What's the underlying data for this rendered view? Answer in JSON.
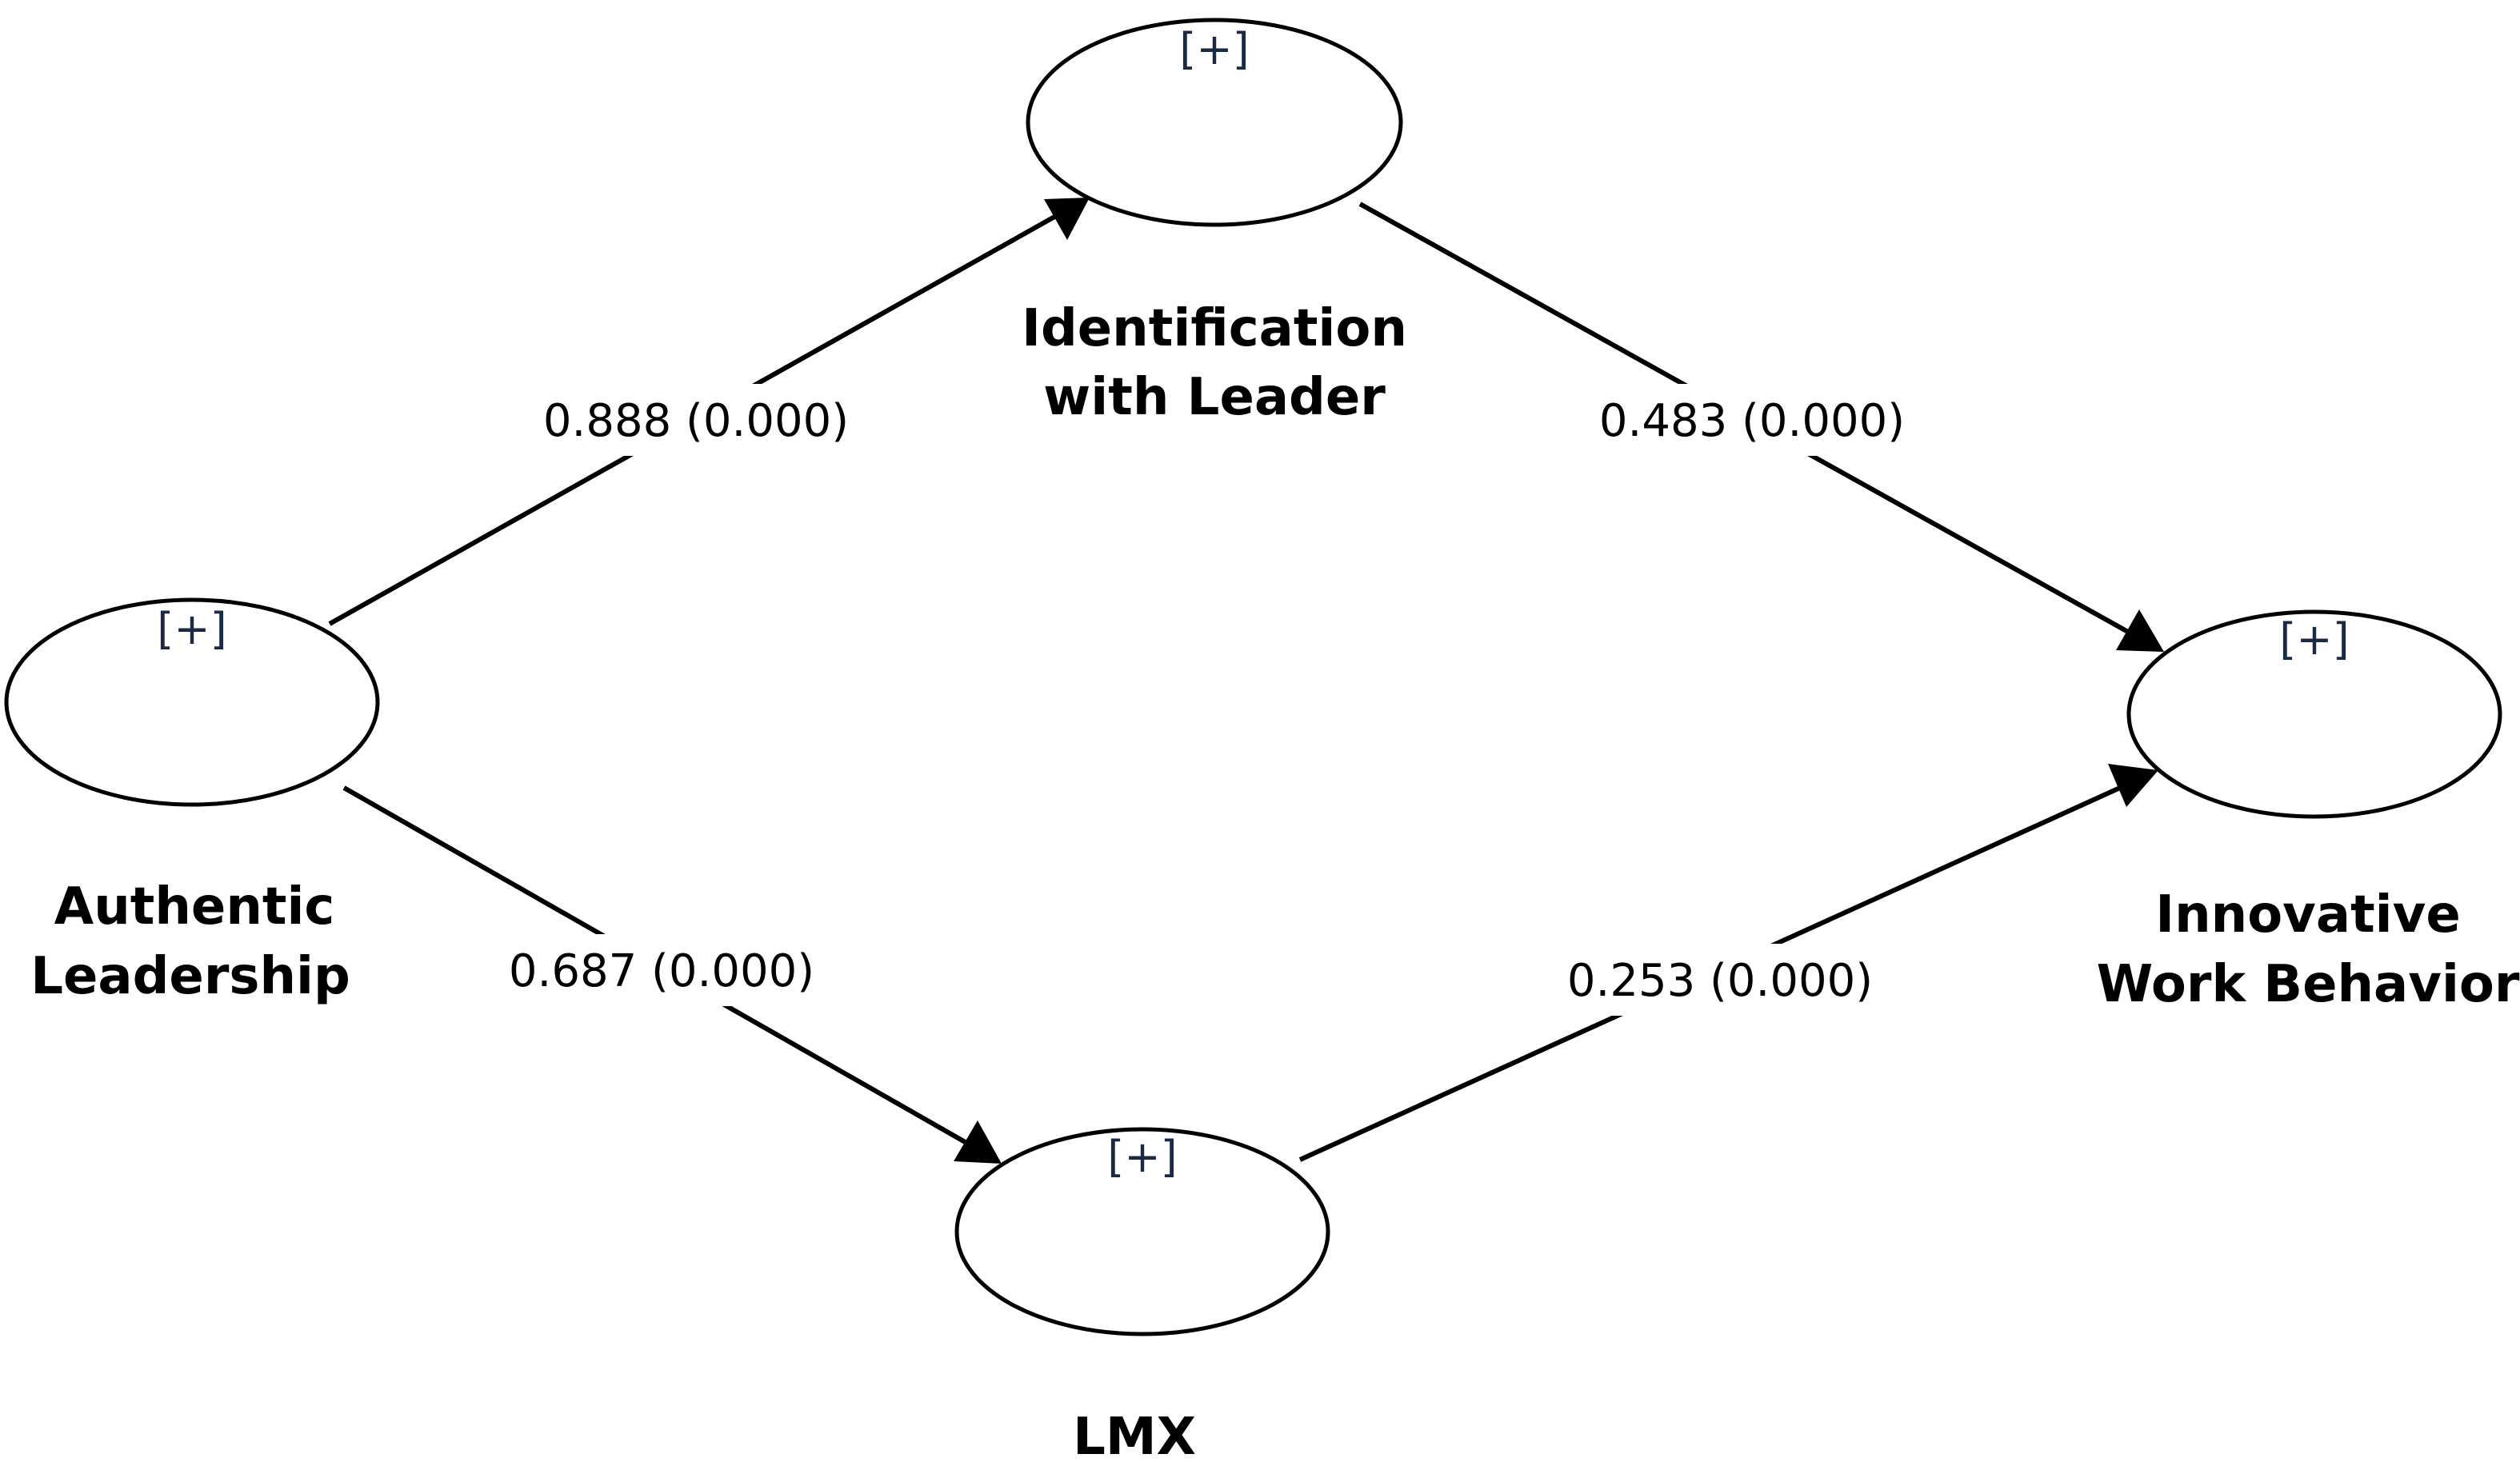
{
  "nodes": {
    "authentic": {
      "line1": "Authentic",
      "line2": "Leadership",
      "marker": "[+]"
    },
    "identification": {
      "line1": "Identification",
      "line2": "with Leader",
      "marker": "[+]"
    },
    "lmx": {
      "line1": "LMX",
      "marker": "[+]"
    },
    "innovative": {
      "line1": "Innovative",
      "line2": "Work Behavior",
      "marker": "[+]"
    }
  },
  "paths": {
    "al_to_iwl": "0.888 (0.000)",
    "iwl_to_iwb": "0.483 (0.000)",
    "al_to_lmx": "0.687 (0.000)",
    "lmx_to_iwb": "0.253 (0.000)"
  }
}
